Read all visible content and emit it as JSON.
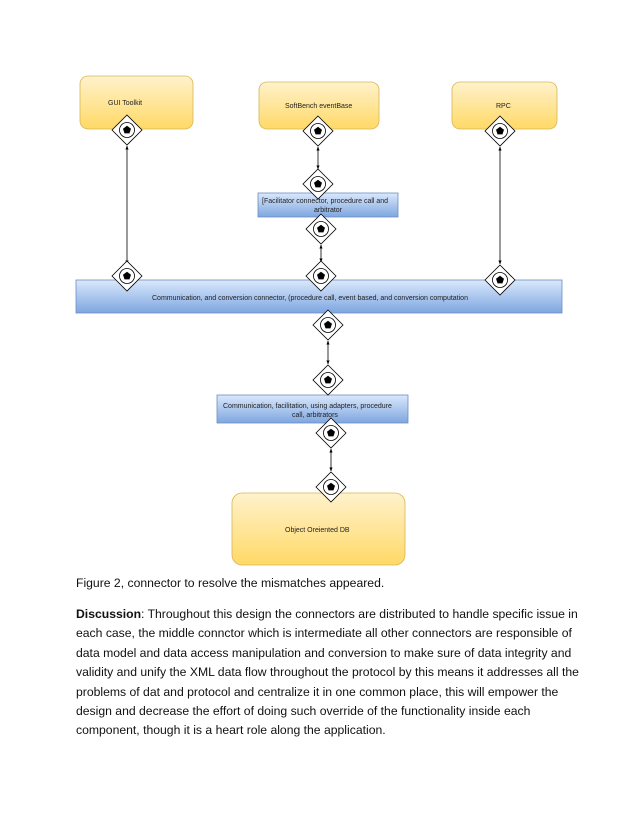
{
  "diagram": {
    "components": {
      "gui_toolkit": "GUI Toolkit",
      "softbench": "SoftBench eventBase",
      "rpc": "RPC",
      "object_db": "Object Oreiented DB"
    },
    "connectors": {
      "facilitator": [
        "[Facilitator connector, procedure call and",
        "arbitrator"
      ],
      "communication_conversion": "Communication, and conversion connector, (procedure call, event based, and conversion computation",
      "communication_facilitation": [
        "Communication, facilitation, using adapters, procedure",
        "call, arbitrators"
      ]
    },
    "colors": {
      "component_fill_top": "#fff2cc",
      "component_fill_bottom": "#ffd966",
      "component_stroke": "#d6b656",
      "connector_fill_top": "#dae8fc",
      "connector_fill_bottom": "#7ea6e0",
      "connector_stroke": "#6c8ebf",
      "port_stroke": "#000000"
    }
  },
  "caption": "Figure 2, connector to resolve the mismatches appeared.",
  "discussion": {
    "label": "Discussion",
    "lines": [
      ": Throughout this design the connectors are distributed to handle specific issue in",
      "each case, the middle connctor which is intermediate all other connectors are responsible of",
      "data model and data access manipulation and conversion to make sure of data integrity and",
      "validity and unify the XML data flow throughout the protocol by this means it addresses all the",
      "problems of dat and protocol and centralize it in one common place, this will empower the",
      "design and decrease the effort of doing such override of the functionality inside each",
      "component, though it is a heart role along the application."
    ]
  }
}
